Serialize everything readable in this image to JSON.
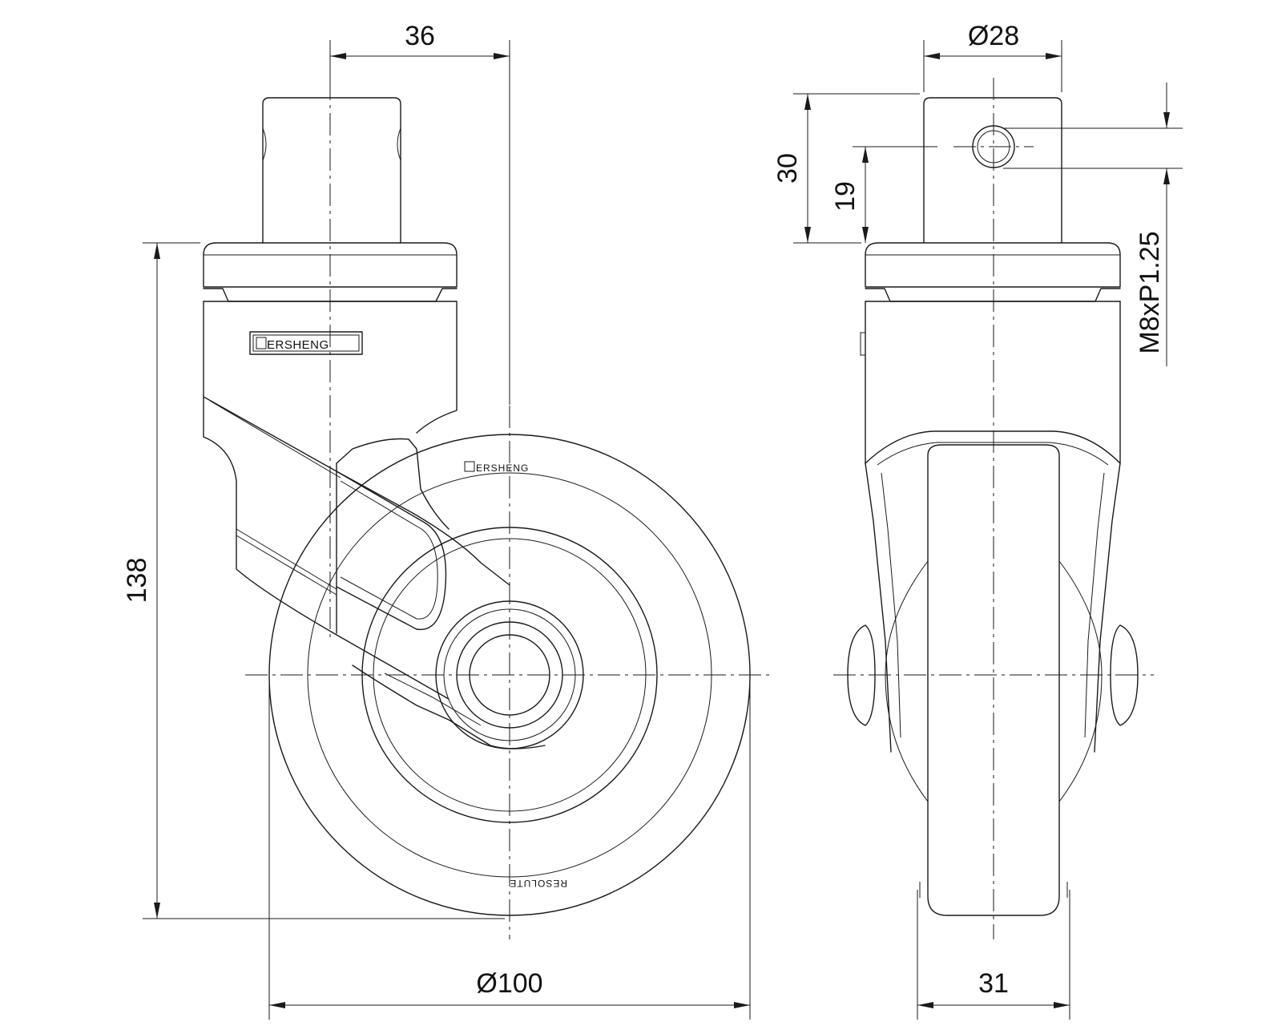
{
  "dimensions": {
    "stem_offset": "36",
    "stem_diameter": "Ø28",
    "stem_length": "30",
    "hole_height": "19",
    "thread": "M8xP1.25",
    "overall_height": "138",
    "wheel_diameter": "Ø100",
    "wheel_width": "31"
  },
  "labels": {
    "brand_plate": "ERSHENG",
    "wheel_brand_top": "ERSHENG",
    "wheel_brand_bottom": "RESOLUTE"
  }
}
